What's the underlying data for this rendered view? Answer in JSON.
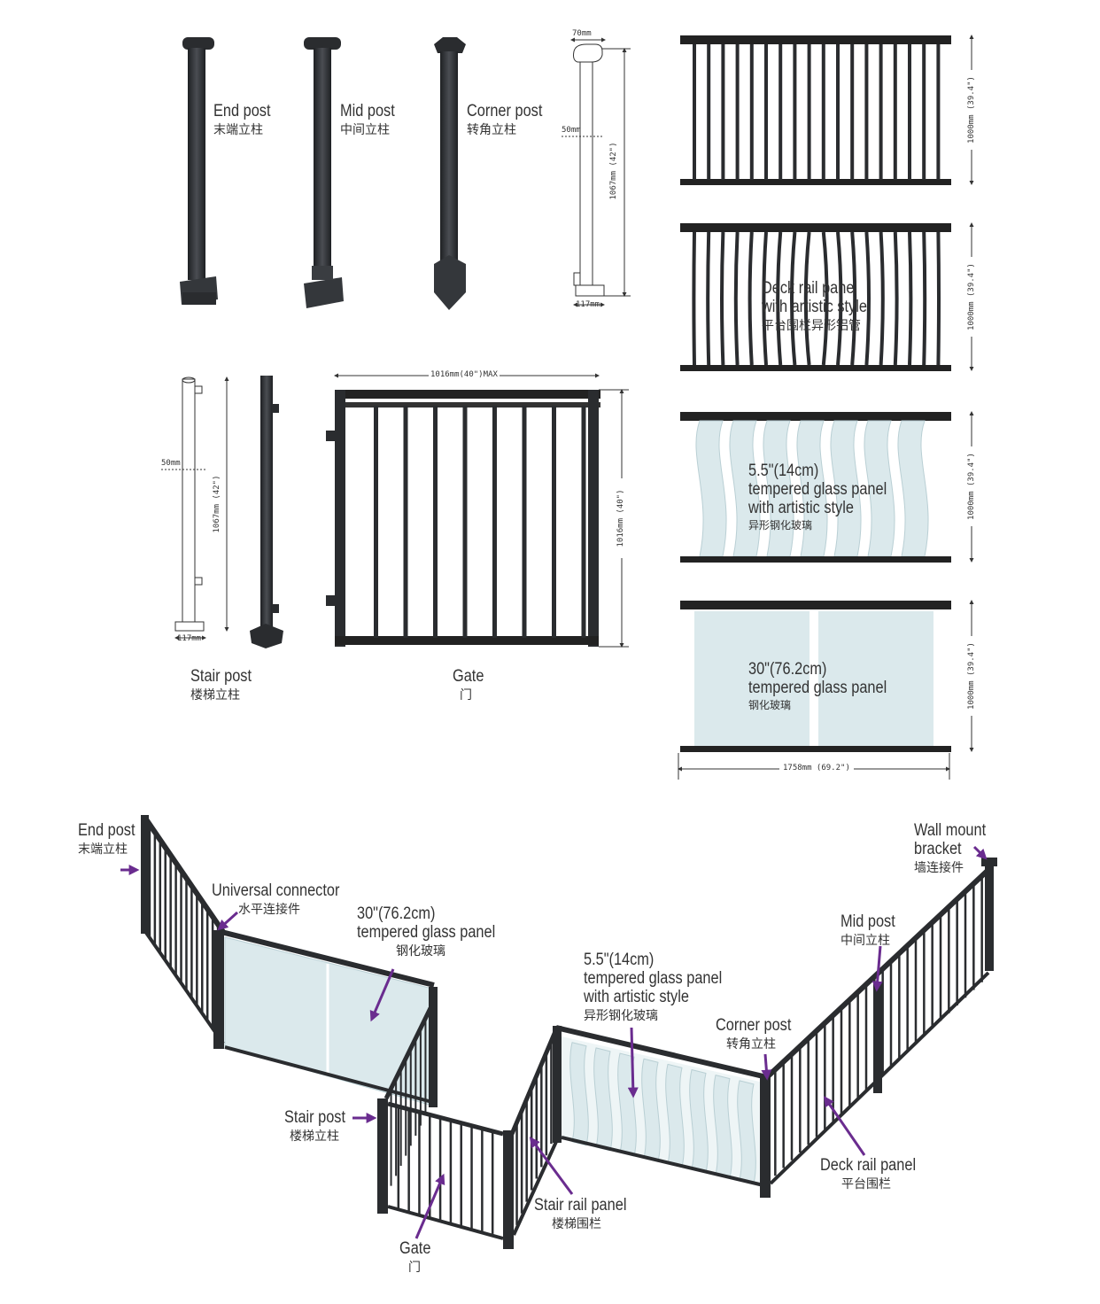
{
  "colors": {
    "metal": "#26282b",
    "metal_light": "#4a4d52",
    "glass": "#dbe9ec",
    "glass_edge": "#b9cfd4",
    "arrow": "#6a2c8f",
    "dim_line": "#333333"
  },
  "catalog": {
    "end_post": {
      "en": "End post",
      "zh": "末端立柱"
    },
    "mid_post": {
      "en": "Mid post",
      "zh": "中间立柱"
    },
    "corner_post": {
      "en": "Corner post",
      "zh": "转角立柱"
    },
    "stair_post": {
      "en": "Stair post",
      "zh": "楼梯立柱"
    },
    "gate": {
      "en": "Gate",
      "zh": "门"
    },
    "deck_panel_artistic": {
      "en1": "Deck rail panel",
      "en2": "with artistic style",
      "zh": "平台围栏异形铝管"
    },
    "glass_artistic": {
      "en1": "5.5\"(14cm)",
      "en2": "tempered glass panel",
      "en3": "with artistic style",
      "zh": "异形钢化玻璃"
    },
    "glass_30": {
      "en1": "30\"(76.2cm)",
      "en2": "tempered glass panel",
      "zh": "钢化玻璃"
    }
  },
  "dimensions": {
    "post_cap_width": "70mm",
    "post_mid_mark": "50mm",
    "post_height": "1067mm (42\")",
    "post_base_width": "117mm",
    "stair_mid_mark": "50mm",
    "stair_height": "1067mm (42\")",
    "stair_base_width": "117mm",
    "gate_width": "1016mm(40\")MAX",
    "gate_height": "1016mm (40\")",
    "panel_height": "1000mm (39.4\")",
    "panel_width": "1758mm (69.2\")"
  },
  "assembly": {
    "end_post": {
      "en": "End post",
      "zh": "末端立柱"
    },
    "universal_connector": {
      "en": "Universal connector",
      "zh": "水平连接件"
    },
    "glass_30": {
      "en1": "30\"(76.2cm)",
      "en2": "tempered glass panel",
      "zh": "钢化玻璃"
    },
    "glass_artistic": {
      "en1": "5.5\"(14cm)",
      "en2": "tempered glass panel",
      "en3": "with artistic style",
      "zh": "异形钢化玻璃"
    },
    "wall_mount": {
      "en1": "Wall mount",
      "en2": "bracket",
      "zh": "墙连接件"
    },
    "mid_post": {
      "en": "Mid post",
      "zh": "中间立柱"
    },
    "corner_post": {
      "en": "Corner post",
      "zh": "转角立柱"
    },
    "stair_post": {
      "en": "Stair post",
      "zh": "楼梯立柱"
    },
    "deck_rail_panel": {
      "en": "Deck rail panel",
      "zh": "平台围栏"
    },
    "stair_rail_panel": {
      "en": "Stair rail panel",
      "zh": "楼梯围栏"
    },
    "gate": {
      "en": "Gate",
      "zh": "门"
    }
  }
}
